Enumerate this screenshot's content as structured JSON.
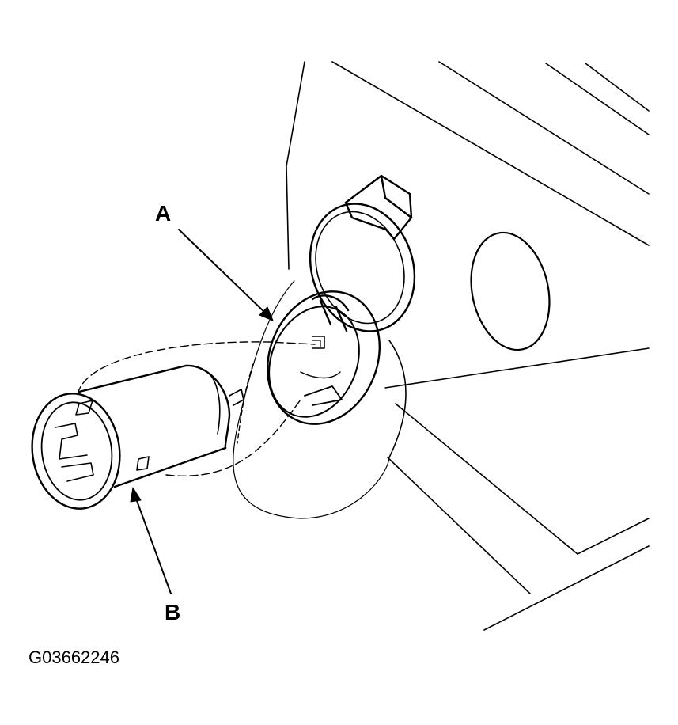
{
  "callouts": {
    "a": "A",
    "b": "B"
  },
  "figure_id": "G03662246",
  "colors": {
    "line": "#000000",
    "background": "#ffffff"
  }
}
